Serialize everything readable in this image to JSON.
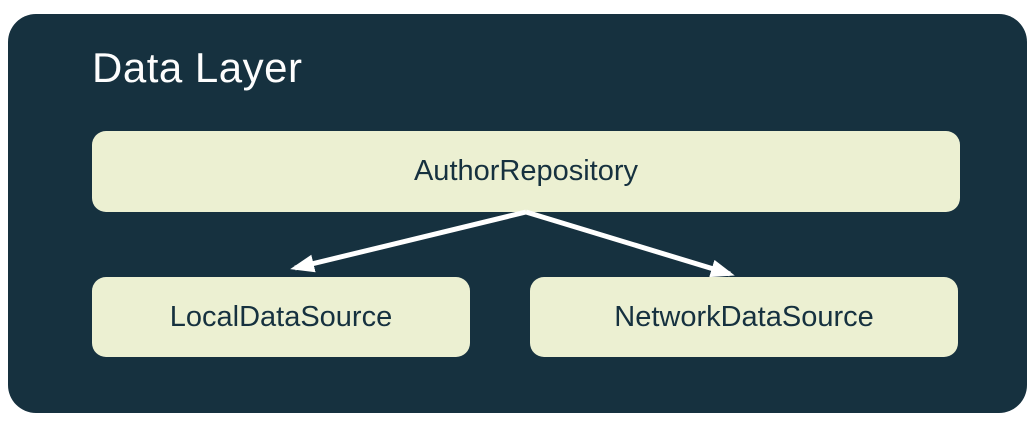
{
  "diagram": {
    "title": "Data Layer",
    "nodes": [
      {
        "id": "author-repository",
        "label": "AuthorRepository"
      },
      {
        "id": "local-data-source",
        "label": "LocalDataSource"
      },
      {
        "id": "network-data-source",
        "label": "NetworkDataSource"
      }
    ],
    "edges": [
      {
        "from": "AuthorRepository",
        "to": "LocalDataSource"
      },
      {
        "from": "AuthorRepository",
        "to": "NetworkDataSource"
      }
    ],
    "colors": {
      "panel_background": "#16313F",
      "node_background": "#ECF0D2",
      "node_text": "#16313F",
      "title_text": "#FDFDFD",
      "arrow": "#FFFFFF"
    }
  }
}
